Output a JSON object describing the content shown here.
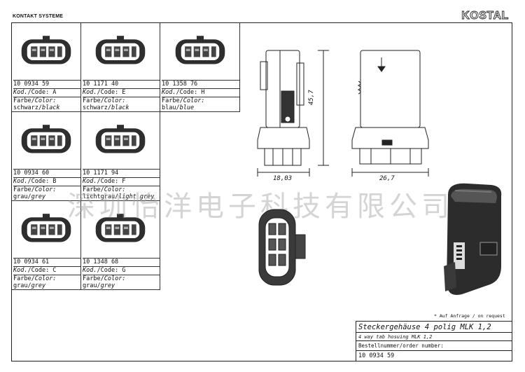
{
  "header": {
    "left_title": "KONTAKT SYSTEME",
    "brand": "KOSTAL"
  },
  "variants": [
    {
      "part_number": "10 0934 59",
      "code_label_it": "Kod.",
      "code_label": "/Code: A",
      "color_label": "Farbe/",
      "color_label_it": "Color:",
      "color_de": "schwarz/",
      "color_en": "black"
    },
    {
      "part_number": "10 1171 40",
      "code_label_it": "Kod.",
      "code_label": "/Code: E",
      "color_label": "Farbe/",
      "color_label_it": "Color:",
      "color_de": "schwarz/",
      "color_en": "black"
    },
    {
      "part_number": "10 1358 76",
      "code_label_it": "Kod.",
      "code_label": "/Code: H",
      "color_label": "Farbe/",
      "color_label_it": "Color:",
      "color_de": "blau/",
      "color_en": "blue"
    },
    {
      "part_number": "10 0934 60",
      "code_label_it": "Kod.",
      "code_label": "/Code: B",
      "color_label": "Farbe/",
      "color_label_it": "Color:",
      "color_de": "grau/",
      "color_en": "grey"
    },
    {
      "part_number": "10 1171 94",
      "code_label_it": "Kod.",
      "code_label": "/Code: F",
      "color_label": "Farbe/",
      "color_label_it": "Color:",
      "color_de": "lichtgrau/",
      "color_en": "light grey"
    },
    {
      "part_number": "10 0934 61",
      "code_label_it": "Kod.",
      "code_label": "/Code: C",
      "color_label": "Farbe/",
      "color_label_it": "Color:",
      "color_de": "grau/",
      "color_en": "grey"
    },
    {
      "part_number": "10 1348 68",
      "code_label_it": "Kod.",
      "code_label": "/Code: G",
      "color_label": "Farbe/",
      "color_label_it": "Color:",
      "color_de": "grau/",
      "color_en": "grey"
    }
  ],
  "dimensions": {
    "width_side": "18,03",
    "height": "45,7",
    "width_front": "26,7"
  },
  "watermark": "深圳怡洋电子科技有限公司",
  "note": "* Auf Anfrage / on request",
  "title_block": {
    "title": "Steckergehäuse 4 polig MLK 1,2",
    "subtitle": "4 way tab hosuing MLK 1,2",
    "order_label": "Bestellnummer/order number:",
    "order_number": "10 0934 59"
  },
  "colors": {
    "line": "#222222",
    "body": "#2a2a2a",
    "watermark": "#a0a0a0"
  }
}
